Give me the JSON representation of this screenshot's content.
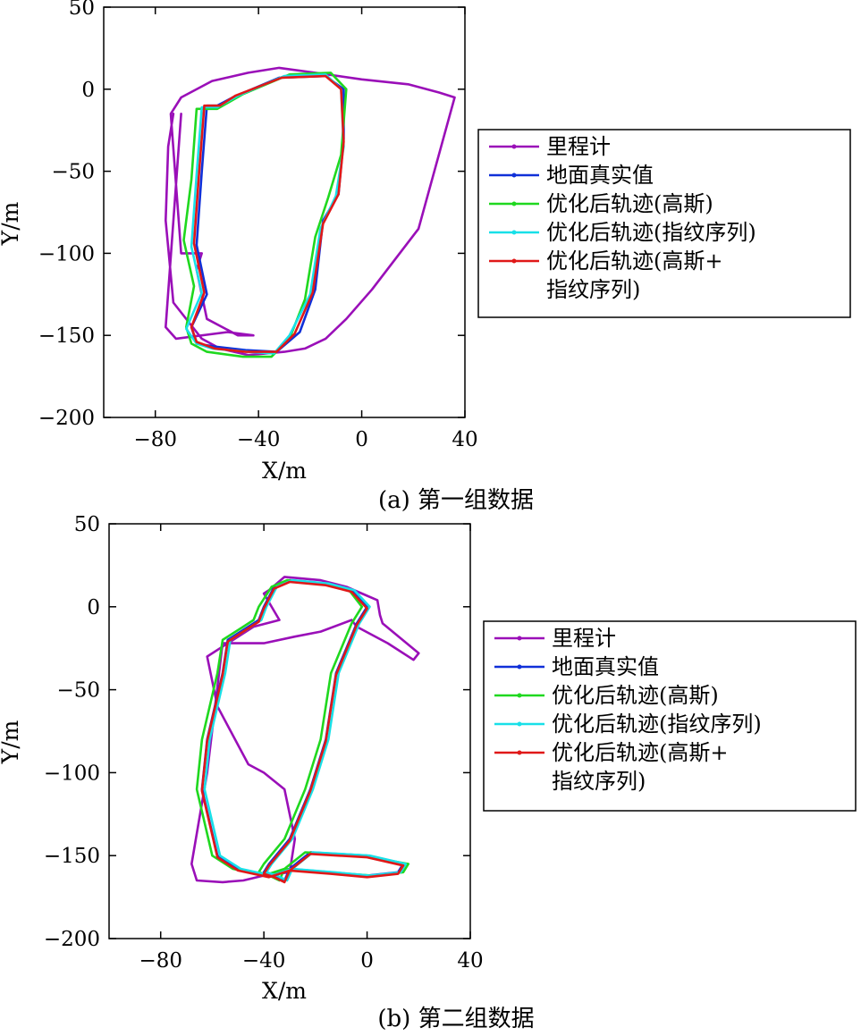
{
  "chart_data": [
    {
      "type": "line",
      "caption": "(a) 第一组数据",
      "xlabel": "X/m",
      "ylabel": "Y/m",
      "xlim": [
        -100,
        40
      ],
      "ylim": [
        -200,
        50
      ],
      "xticks": [
        -80,
        -40,
        0,
        40
      ],
      "yticks": [
        50,
        0,
        -50,
        -100,
        -150,
        -200
      ],
      "grid": false,
      "legend_position": "right",
      "series": [
        {
          "name": "里程计",
          "color": "#9a0fb8",
          "x": [
            -73,
            -75,
            -76,
            -73,
            -62,
            -55,
            -44,
            -30,
            -22,
            -14,
            -6,
            4,
            22,
            36,
            30,
            18,
            0,
            -18,
            -32,
            -44,
            -58,
            -70,
            -74,
            -70,
            -62,
            -64,
            -60,
            -48,
            -42,
            -52,
            -72,
            -76,
            -70
          ],
          "y": [
            -15,
            -35,
            -80,
            -130,
            -152,
            -158,
            -162,
            -160,
            -158,
            -152,
            -140,
            -122,
            -85,
            -5,
            -2,
            3,
            6,
            10,
            13,
            10,
            5,
            -5,
            -15,
            -100,
            -100,
            -110,
            -140,
            -150,
            -150,
            -148,
            -152,
            -145,
            -15
          ]
        },
        {
          "name": "地面真实值",
          "color": "#1030d8",
          "x": [
            -60,
            -62,
            -64,
            -60,
            -66,
            -64,
            -56,
            -45,
            -33,
            -24,
            -18,
            -15,
            -9,
            -7,
            -7,
            -14,
            -32,
            -50,
            -56,
            -60
          ],
          "y": [
            -10,
            -50,
            -95,
            -125,
            -145,
            -155,
            -157,
            -159,
            -160,
            -148,
            -122,
            -80,
            -64,
            -30,
            0,
            8,
            7,
            -5,
            -10,
            -10
          ]
        },
        {
          "name": "优化后轨迹(高斯)",
          "color": "#1fd81f",
          "x": [
            -64,
            -66,
            -69,
            -65,
            -68,
            -66,
            -60,
            -46,
            -35,
            -28,
            -22,
            -18,
            -13,
            -8,
            -6,
            -12,
            -28,
            -46,
            -56,
            -64
          ],
          "y": [
            -12,
            -55,
            -92,
            -120,
            -145,
            -155,
            -160,
            -163,
            -163,
            -152,
            -128,
            -90,
            -66,
            -40,
            0,
            10,
            9,
            -3,
            -12,
            -12
          ]
        },
        {
          "name": "优化后轨迹(指纹序列)",
          "color": "#18e0e8",
          "x": [
            -62,
            -64,
            -66,
            -62,
            -68,
            -64,
            -58,
            -44,
            -34,
            -28,
            -20,
            -16,
            -10,
            -7,
            -8,
            -14,
            -30,
            -48,
            -56,
            -62
          ],
          "y": [
            -11,
            -52,
            -96,
            -124,
            -146,
            -155,
            -158,
            -160,
            -161,
            -150,
            -125,
            -85,
            -65,
            -35,
            0,
            9,
            8,
            -4,
            -11,
            -11
          ]
        },
        {
          "name": "优化后轨迹(高斯+指纹序列)",
          "color": "#e01818",
          "x": [
            -61,
            -63,
            -65,
            -61,
            -66,
            -64,
            -57,
            -45,
            -33,
            -26,
            -19,
            -15,
            -9,
            -7,
            -8,
            -14,
            -31,
            -49,
            -55,
            -61
          ],
          "y": [
            -10,
            -50,
            -94,
            -124,
            -145,
            -154,
            -158,
            -160,
            -160,
            -149,
            -124,
            -82,
            -64,
            -32,
            0,
            8,
            7,
            -4,
            -10,
            -10
          ]
        }
      ]
    },
    {
      "type": "line",
      "caption": "(b) 第二组数据",
      "xlabel": "X/m",
      "ylabel": "Y/m",
      "xlim": [
        -100,
        40
      ],
      "ylim": [
        -200,
        50
      ],
      "xticks": [
        -80,
        -40,
        0,
        40
      ],
      "yticks": [
        50,
        0,
        -50,
        -100,
        -150,
        -200
      ],
      "grid": false,
      "legend_position": "right",
      "series": [
        {
          "name": "里程计",
          "color": "#9a0fb8",
          "x": [
            -38,
            -32,
            -18,
            -8,
            -2,
            4,
            5,
            6,
            20,
            18,
            8,
            -4,
            -6,
            -18,
            -28,
            -40,
            -56,
            -62,
            -68,
            -66,
            -56,
            -48,
            -40,
            -30,
            -28,
            -32,
            -40,
            -46,
            -58,
            -62,
            -44,
            -34,
            -40,
            -38
          ],
          "y": [
            10,
            18,
            16,
            12,
            8,
            4,
            -5,
            -10,
            -28,
            -32,
            -22,
            -12,
            -8,
            -15,
            -18,
            -22,
            -22,
            -100,
            -155,
            -165,
            -166,
            -165,
            -162,
            -160,
            -140,
            -110,
            -100,
            -95,
            -60,
            -30,
            -12,
            -8,
            8,
            10
          ]
        },
        {
          "name": "地面真实值",
          "color": "#1030d8",
          "x": [
            -36,
            -30,
            -16,
            -6,
            0,
            -4,
            -12,
            -16,
            -22,
            -30,
            -38,
            -40,
            -36,
            -32,
            -30,
            -22,
            0,
            14,
            12,
            0,
            -14,
            -30,
            -38,
            -50,
            -58,
            -64,
            -62,
            -56,
            -54,
            -46,
            -42,
            -40,
            -36
          ],
          "y": [
            12,
            16,
            14,
            10,
            0,
            -10,
            -40,
            -80,
            -110,
            -140,
            -155,
            -160,
            -162,
            -165,
            -158,
            -148,
            -150,
            -155,
            -160,
            -162,
            -160,
            -158,
            -162,
            -158,
            -150,
            -110,
            -80,
            -40,
            -20,
            -12,
            -8,
            0,
            12
          ]
        },
        {
          "name": "优化后轨迹(高斯)",
          "color": "#1fd81f",
          "x": [
            -37,
            -31,
            -17,
            -7,
            -2,
            -6,
            -14,
            -18,
            -24,
            -32,
            -40,
            -42,
            -38,
            -34,
            -32,
            -24,
            -2,
            16,
            14,
            2,
            -16,
            -32,
            -40,
            -52,
            -60,
            -66,
            -64,
            -58,
            -56,
            -48,
            -44,
            -42,
            -37
          ],
          "y": [
            12,
            16,
            14,
            10,
            0,
            -10,
            -40,
            -80,
            -110,
            -140,
            -155,
            -160,
            -162,
            -165,
            -158,
            -148,
            -150,
            -155,
            -160,
            -162,
            -160,
            -158,
            -162,
            -158,
            -150,
            -110,
            -80,
            -40,
            -20,
            -12,
            -8,
            0,
            12
          ]
        },
        {
          "name": "优化后轨迹(指纹序列)",
          "color": "#18e0e8",
          "x": [
            -35,
            -29,
            -15,
            -5,
            1,
            -3,
            -11,
            -15,
            -21,
            -29,
            -37,
            -39,
            -35,
            -31,
            -29,
            -21,
            1,
            15,
            13,
            1,
            -13,
            -29,
            -37,
            -49,
            -57,
            -63,
            -61,
            -55,
            -53,
            -45,
            -41,
            -39,
            -35
          ],
          "y": [
            12,
            16,
            14,
            10,
            0,
            -10,
            -40,
            -80,
            -110,
            -140,
            -155,
            -160,
            -162,
            -165,
            -158,
            -148,
            -150,
            -155,
            -160,
            -162,
            -160,
            -158,
            -162,
            -158,
            -150,
            -110,
            -80,
            -40,
            -20,
            -12,
            -8,
            0,
            12
          ]
        },
        {
          "name": "优化后轨迹(高斯+指纹序列)",
          "color": "#e01818",
          "x": [
            -36,
            -30,
            -16,
            -6,
            0,
            -4,
            -12,
            -16,
            -22,
            -30,
            -38,
            -40,
            -36,
            -32,
            -30,
            -22,
            0,
            14,
            12,
            0,
            -14,
            -30,
            -38,
            -50,
            -58,
            -64,
            -62,
            -56,
            -54,
            -46,
            -42,
            -40,
            -36
          ],
          "y": [
            11,
            15,
            13,
            9,
            -1,
            -11,
            -41,
            -81,
            -111,
            -141,
            -156,
            -161,
            -163,
            -166,
            -159,
            -149,
            -151,
            -156,
            -161,
            -163,
            -161,
            -159,
            -163,
            -159,
            -151,
            -111,
            -81,
            -41,
            -21,
            -13,
            -9,
            -1,
            11
          ]
        }
      ]
    }
  ]
}
